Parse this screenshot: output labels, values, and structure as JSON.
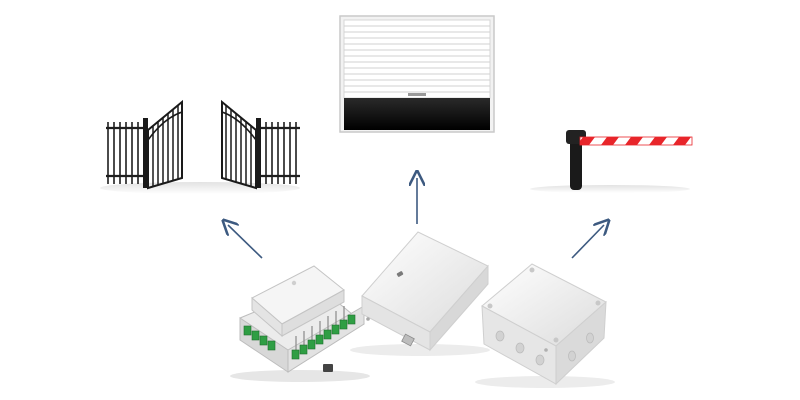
{
  "scene": {
    "background_color": "#ffffff",
    "arrow_color": "#3d5a80",
    "targets": [
      {
        "name": "swing-gate",
        "icon": "swing-gate-icon"
      },
      {
        "name": "roller-shutter-door",
        "icon": "roller-shutter-icon"
      },
      {
        "name": "barrier-arm",
        "icon": "barrier-arm-icon"
      }
    ],
    "controllers": [
      {
        "name": "din-rail-controller",
        "icon": "din-rail-module-icon"
      },
      {
        "name": "compact-receiver",
        "icon": "receiver-box-icon"
      },
      {
        "name": "junction-box-controller",
        "icon": "junction-box-icon"
      }
    ],
    "barrier_stripe_colors": [
      "#e8252a",
      "#ffffff"
    ]
  }
}
